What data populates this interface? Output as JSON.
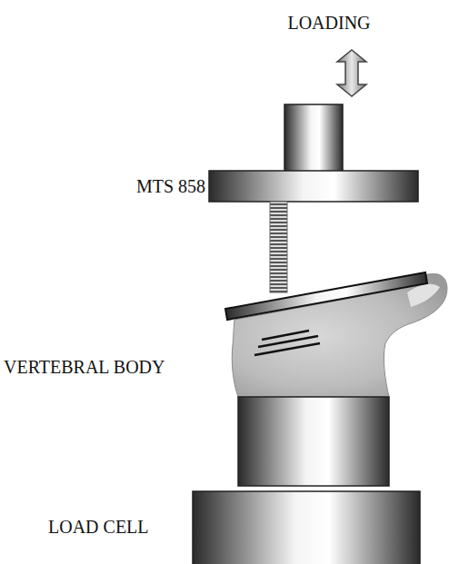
{
  "diagram": {
    "labels": [
      "LOADING",
      "MTS 858",
      "VERTEBRAL BODY",
      "LOAD CELL"
    ]
  }
}
